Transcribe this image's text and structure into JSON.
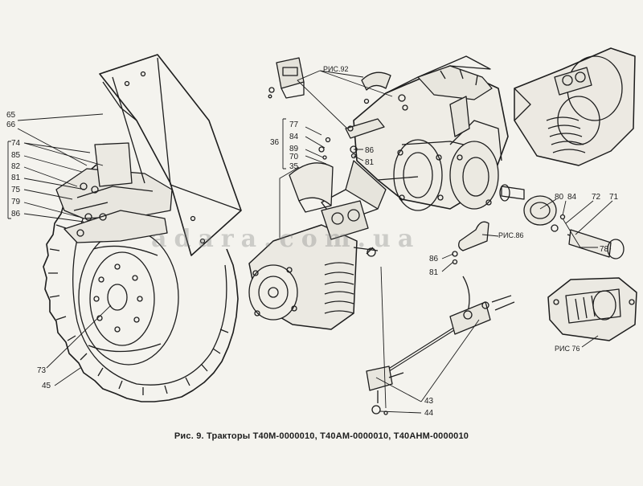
{
  "caption": "Рис. 9. Тракторы Т40М-0000010, Т40АМ-0000010, Т40АНМ-0000010",
  "watermark": "adara.com.ua",
  "callouts": {
    "n65": "65",
    "n66": "66",
    "n74": "74",
    "n85": "85",
    "n82": "82",
    "n81a": "81",
    "n75": "75",
    "n79": "79",
    "n86a": "86",
    "n73": "73",
    "n45": "45",
    "ref92": "РИС.92",
    "n77": "77",
    "n84a": "84",
    "n89": "89",
    "n70": "70",
    "n35": "35",
    "n36": "36",
    "n86b": "86",
    "n81b": "81",
    "n80": "80",
    "n84b": "84",
    "n72": "72",
    "n71": "71",
    "ref86": "РИС.86",
    "n86c": "86",
    "n81c": "81",
    "n78": "78",
    "ref76": "РИС 76",
    "n43": "43",
    "n44": "44"
  },
  "colors": {
    "ink": "#1d1d1d",
    "paper": "#f4f3ee",
    "watermark": "#787878"
  }
}
